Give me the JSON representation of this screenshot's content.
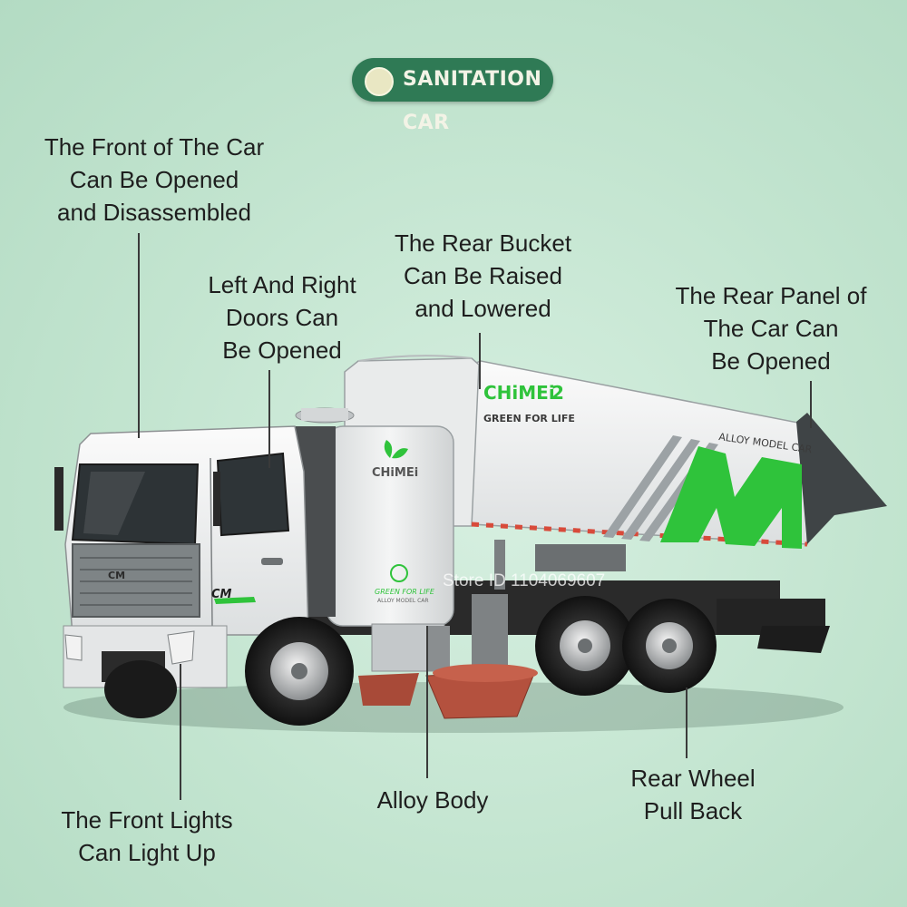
{
  "badge": {
    "label": "SANITATION CAR"
  },
  "callouts": {
    "front": {
      "lines": [
        "The Front of The Car",
        "Can Be Opened",
        "and Disassembled"
      ]
    },
    "doors": {
      "lines": [
        "Left And Right",
        "Doors Can",
        "Be Opened"
      ]
    },
    "bucket": {
      "lines": [
        "The Rear Bucket",
        "Can Be Raised",
        "and Lowered"
      ]
    },
    "rear_panel": {
      "lines": [
        "The Rear Panel of",
        "The Car Can",
        "Be Opened"
      ]
    },
    "lights": {
      "lines": [
        "The Front Lights",
        "Can Light Up"
      ]
    },
    "alloy": {
      "lines": [
        "Alloy Body"
      ]
    },
    "wheel": {
      "lines": [
        "Rear Wheel",
        "Pull Back"
      ]
    }
  },
  "truck_text": {
    "brand_main": "CHiMEi",
    "brand_suffix": "2",
    "tagline": "GREEN FOR LIFE",
    "model": "ALLOY MODEL CAR",
    "tank_brand": "CHiMEi",
    "tank_tagline": "GREEN FOR LIFE",
    "tank_model": "ALLOY MODEL CAR",
    "cab_logo": "CM",
    "grille_logo": "CM",
    "big_letter": "M"
  },
  "watermark": "Store ID 1104069607",
  "colors": {
    "background": "#c2e4cf",
    "badge": "#2f7a55",
    "accent_green": "#2fc33b",
    "brush": "#b4513e"
  }
}
